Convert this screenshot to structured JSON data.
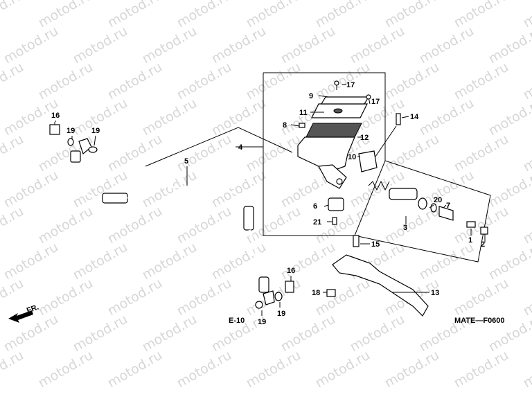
{
  "watermark": "motod.ru",
  "diagram_code": "MATE—F0600",
  "front_marker": "FR.",
  "ref_code": "E-10",
  "callouts": {
    "c1": "1",
    "c2": "2",
    "c3": "3",
    "c4": "4",
    "c5": "5",
    "c6": "6",
    "c7": "7",
    "c8": "8",
    "c9": "9",
    "c10": "10",
    "c11": "11",
    "c12": "12",
    "c13": "13",
    "c14": "14",
    "c15": "15",
    "c16a": "16",
    "c16b": "16",
    "c17a": "17",
    "c17b": "17",
    "c18": "18",
    "c19a": "19",
    "c19b": "19",
    "c19c": "19",
    "c19d": "19",
    "c20": "20",
    "c21": "21"
  }
}
